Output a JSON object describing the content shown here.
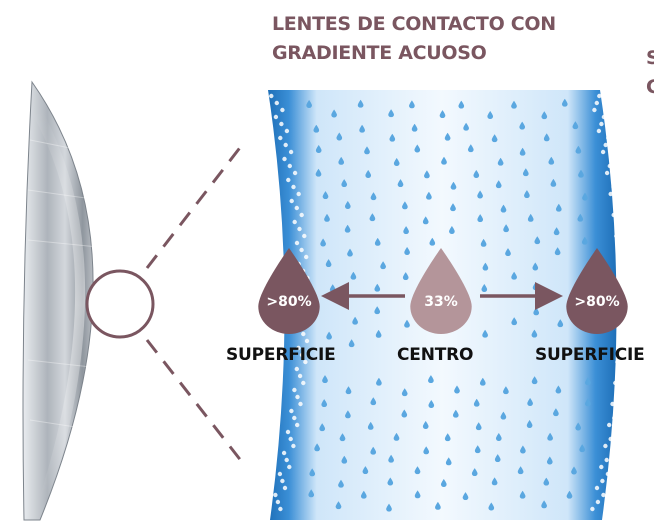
{
  "title": {
    "line1": "LENTES DE CONTACTO CON",
    "line2": "GRADIENTE ACUOSO"
  },
  "title_right": {
    "line1": "S",
    "line2": "C"
  },
  "drops": {
    "left": {
      "value": ">80%",
      "label": "SUPERFICIE"
    },
    "center": {
      "value": "33%",
      "label": "CENTRO"
    },
    "right": {
      "value": ">80%",
      "label": "SUPERFICIE"
    }
  },
  "colors": {
    "accent": "#7a5660",
    "drop_dark": "#7a5660",
    "drop_light": "#b4959a",
    "water_blue": "#2a7fc4",
    "band_light": "#eaf4fd"
  }
}
